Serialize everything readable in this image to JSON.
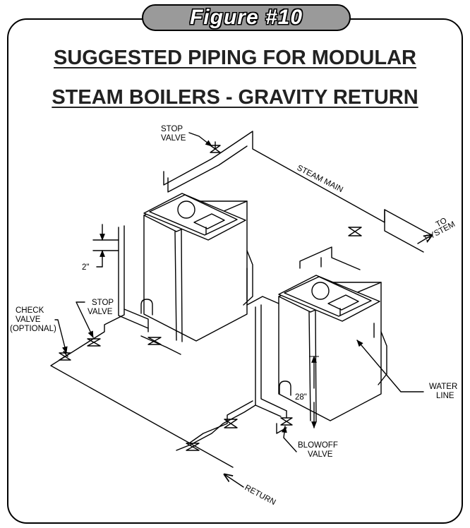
{
  "figure_label": "Figure #10",
  "title_line1": "SUGGESTED PIPING FOR MODULAR ",
  "title_line2": "STEAM BOILERS - GRAVITY RETURN",
  "labels": {
    "stop_valve_top_1": "STOP",
    "stop_valve_top_2": "VALVE",
    "steam_main": "STEAM MAIN",
    "to_system_1": "TO",
    "to_system_2": "SYSTEM",
    "dim_2in": "2\"",
    "check_valve_1": "CHECK",
    "check_valve_2": "VALVE",
    "check_valve_3": "(OPTIONAL)",
    "stop_valve_left_1": "STOP",
    "stop_valve_left_2": "VALVE",
    "dim_28in": "28\"",
    "water_line_1": "WATER",
    "water_line_2": "LINE",
    "blowoff_1": "BLOWOFF",
    "blowoff_2": "VALVE",
    "return": "RETURN"
  }
}
